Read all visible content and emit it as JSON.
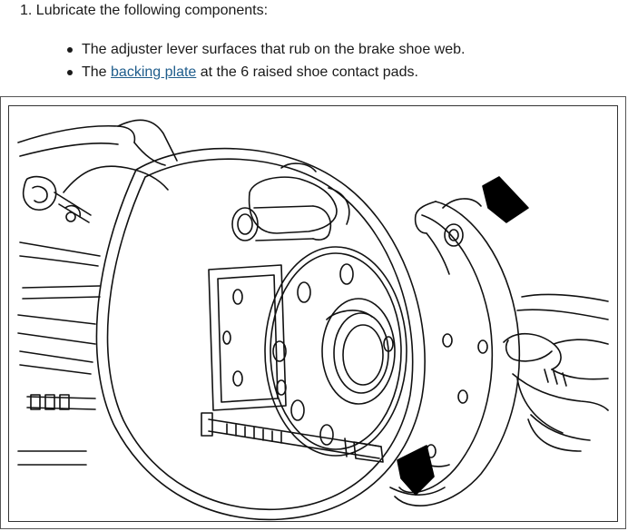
{
  "step": {
    "text": "1. Lubricate the following components:"
  },
  "bullets": {
    "item1": "The adjuster lever surfaces that rub on the brake shoe web.",
    "item2_prefix": "The ",
    "item2_link": "backing plate",
    "item2_suffix": " at the 6 raised shoe contact pads."
  },
  "colors": {
    "text": "#1a1a1a",
    "link": "#1f5d8c",
    "line_art": "#111111"
  }
}
